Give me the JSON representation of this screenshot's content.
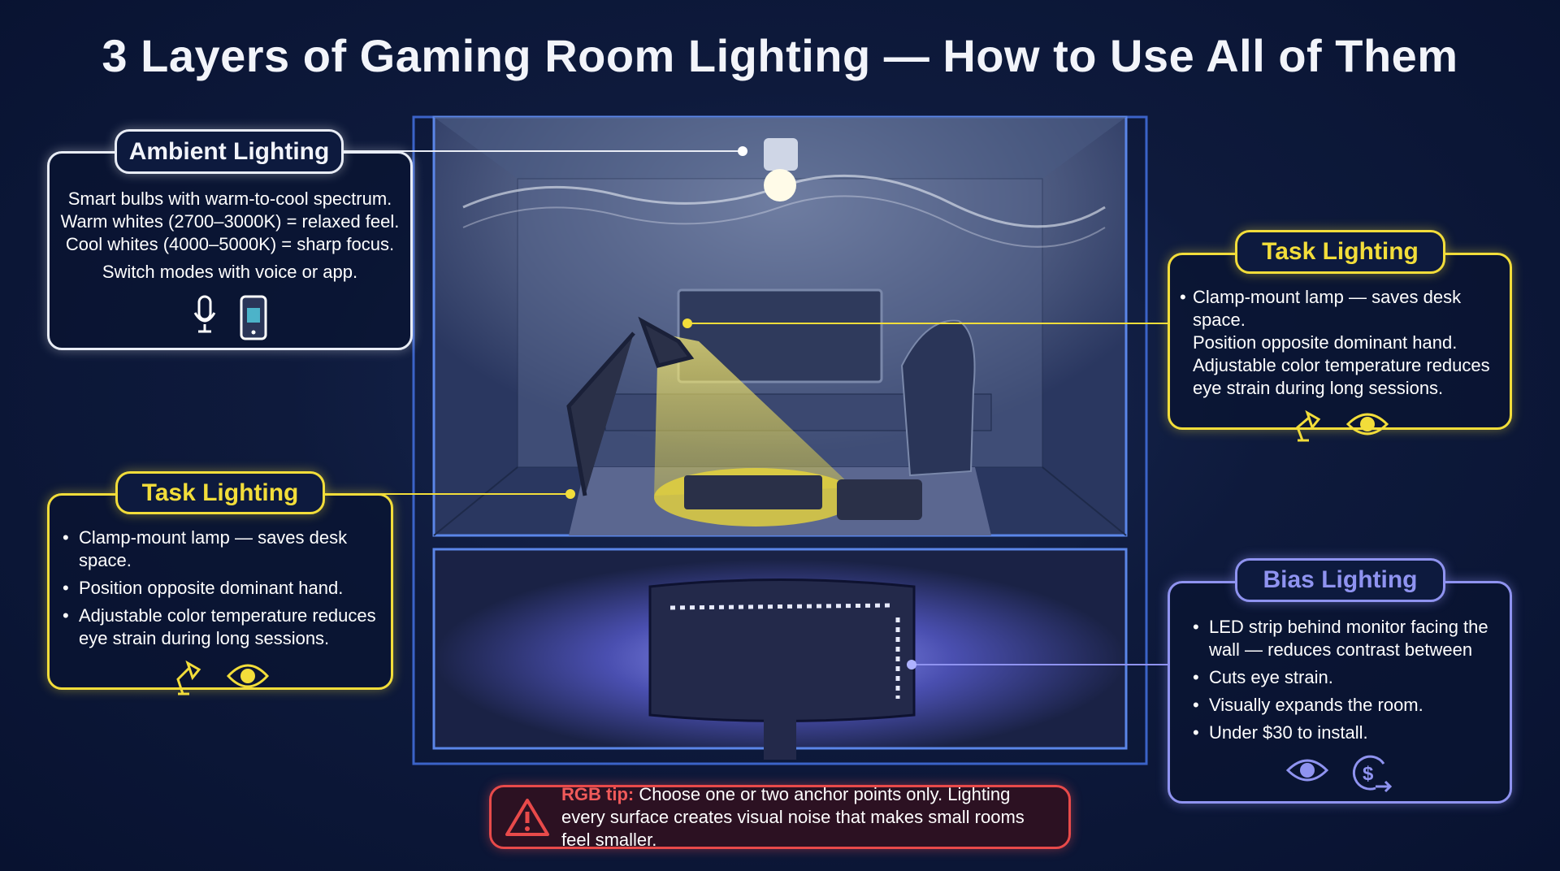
{
  "title": "3 Layers of Gaming Room Lighting — How to Use All of Them",
  "colors": {
    "ambient": "#e8ecf5",
    "task": "#f2dd3a",
    "bias": "#8f93f0",
    "tip": "#e84a4a"
  },
  "ambient": {
    "label": "Ambient Lighting",
    "lines": [
      "Smart bulbs with warm-to-cool spectrum.",
      "Warm whites (2700–3000K) = relaxed feel.",
      "Cool whites (4000–5000K) = sharp focus.",
      "Switch modes with voice or app."
    ],
    "icons": [
      "microphone-icon",
      "smartphone-app-icon"
    ]
  },
  "task_left": {
    "label": "Task Lighting",
    "items": [
      "Clamp-mount lamp — saves desk space.",
      "Position opposite dominant hand.",
      "Adjustable color temperature reduces eye strain during long sessions."
    ],
    "icons": [
      "desk-lamp-icon",
      "eye-icon"
    ]
  },
  "task_right": {
    "label": "Task Lighting",
    "items": [
      "Clamp-mount lamp — saves desk space.",
      "Position opposite dominant hand.",
      "Adjustable color temperature reduces",
      "eye strain during long sessions."
    ],
    "icons": [
      "desk-lamp-icon",
      "eye-icon"
    ]
  },
  "bias": {
    "label": "Bias Lighting",
    "items": [
      "LED strip behind monitor facing the wall — reduces contrast between",
      "Cuts eye strain.",
      "Visually expands the room.",
      "Under $30 to install."
    ],
    "icons": [
      "eye-icon",
      "dollar-savings-icon"
    ]
  },
  "tip": {
    "label": "RGB tip:",
    "text": "Choose one or two anchor points only. Lighting every surface creates visual noise that makes small rooms feel smaller.",
    "icon": "warning-icon"
  }
}
